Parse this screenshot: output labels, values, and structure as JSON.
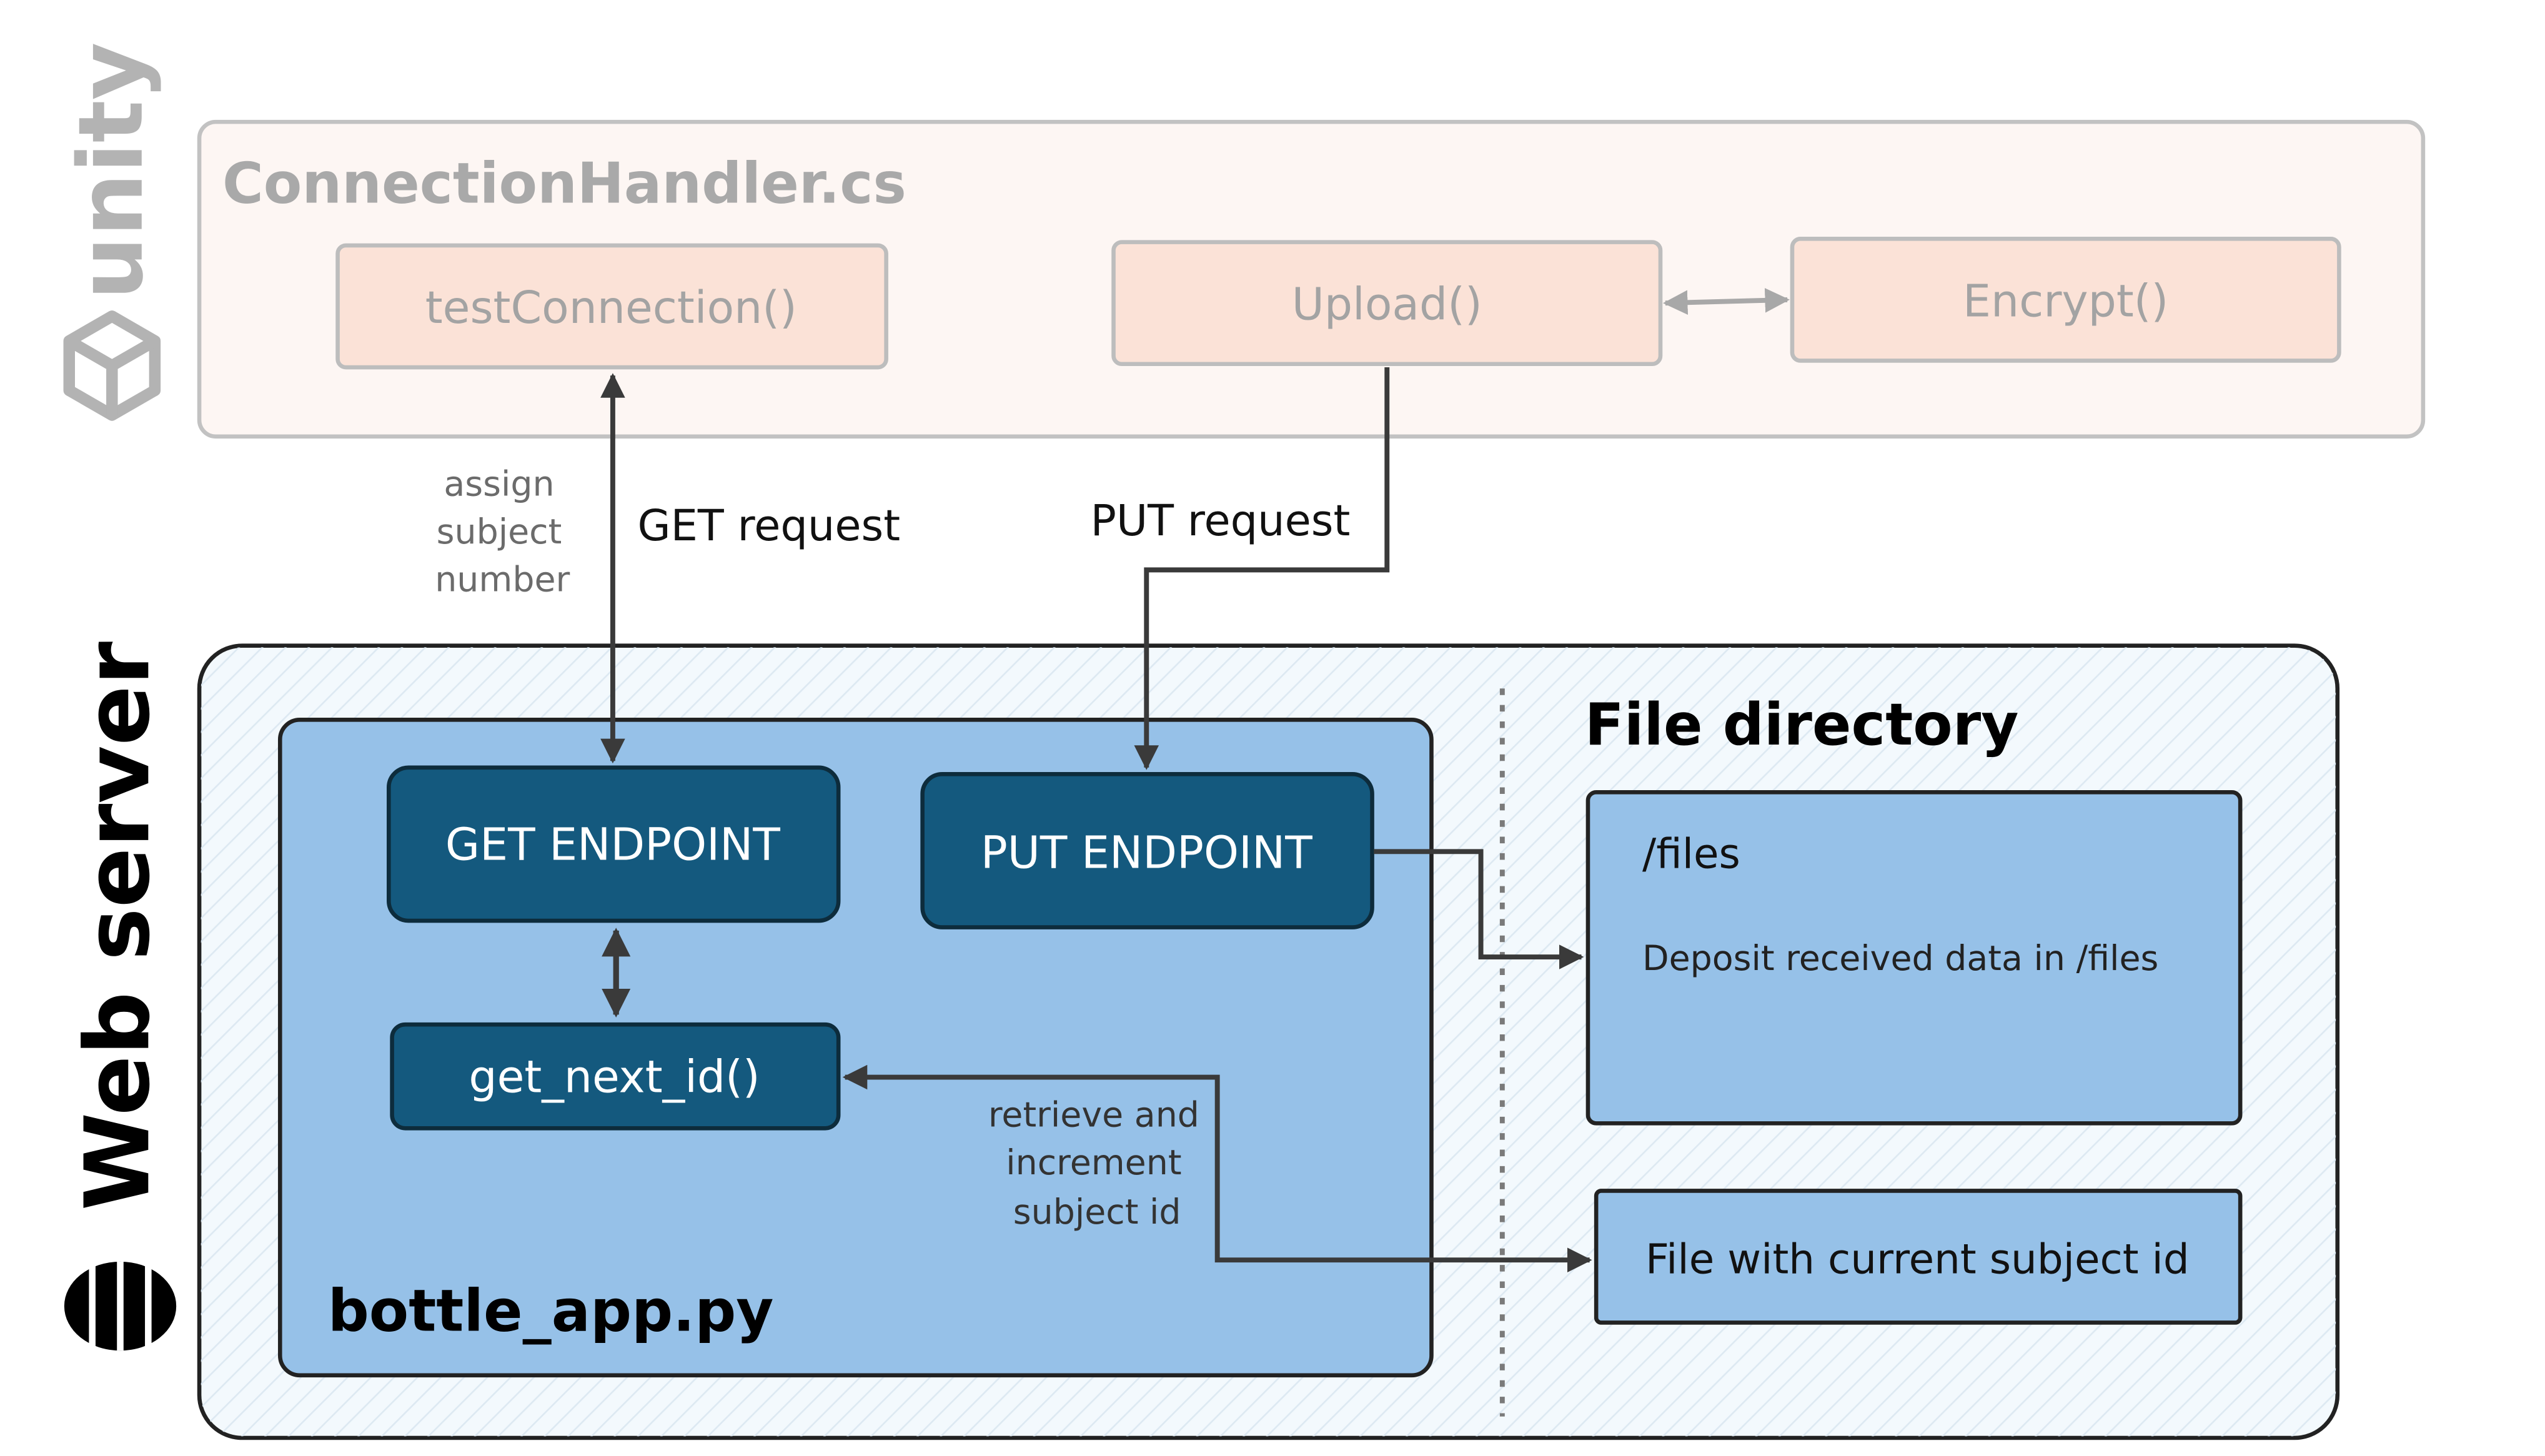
{
  "sidebar": {
    "unity_logo": "unity",
    "web_server": "Web server",
    "unity_icon": "unity-cube-icon",
    "server_icon": "database-icon"
  },
  "unity_panel": {
    "title": "ConnectionHandler.cs",
    "test_connection": "testConnection()",
    "upload": "Upload()",
    "encrypt": "Encrypt()"
  },
  "links": {
    "assign_line1": "assign",
    "assign_line2": "subject",
    "assign_line3": "number",
    "get_request": "GET request",
    "put_request": "PUT request",
    "retrieve_line1": "retrieve and",
    "retrieve_line2": "increment",
    "retrieve_line3": "subject id"
  },
  "server_panel": {
    "app_name": "bottle_app.py",
    "get_endpoint": "GET ENDPOINT",
    "put_endpoint": "PUT ENDPOINT",
    "get_next_id": "get_next_id()",
    "file_directory": "File directory",
    "files_path": "/files",
    "files_description": "Deposit received data in /files",
    "subject_id_file": "File with current subject id"
  },
  "colors": {
    "unity_panel_bg": "#fdf6f3",
    "unity_box_fill": "#fbe2d7",
    "server_panel_bg": "#f3f9fd",
    "app_fill": "#96c1e8",
    "endpoint_fill": "#14597e",
    "arrow": "#3a3a3a",
    "arrow_light": "#a8a8a8"
  }
}
